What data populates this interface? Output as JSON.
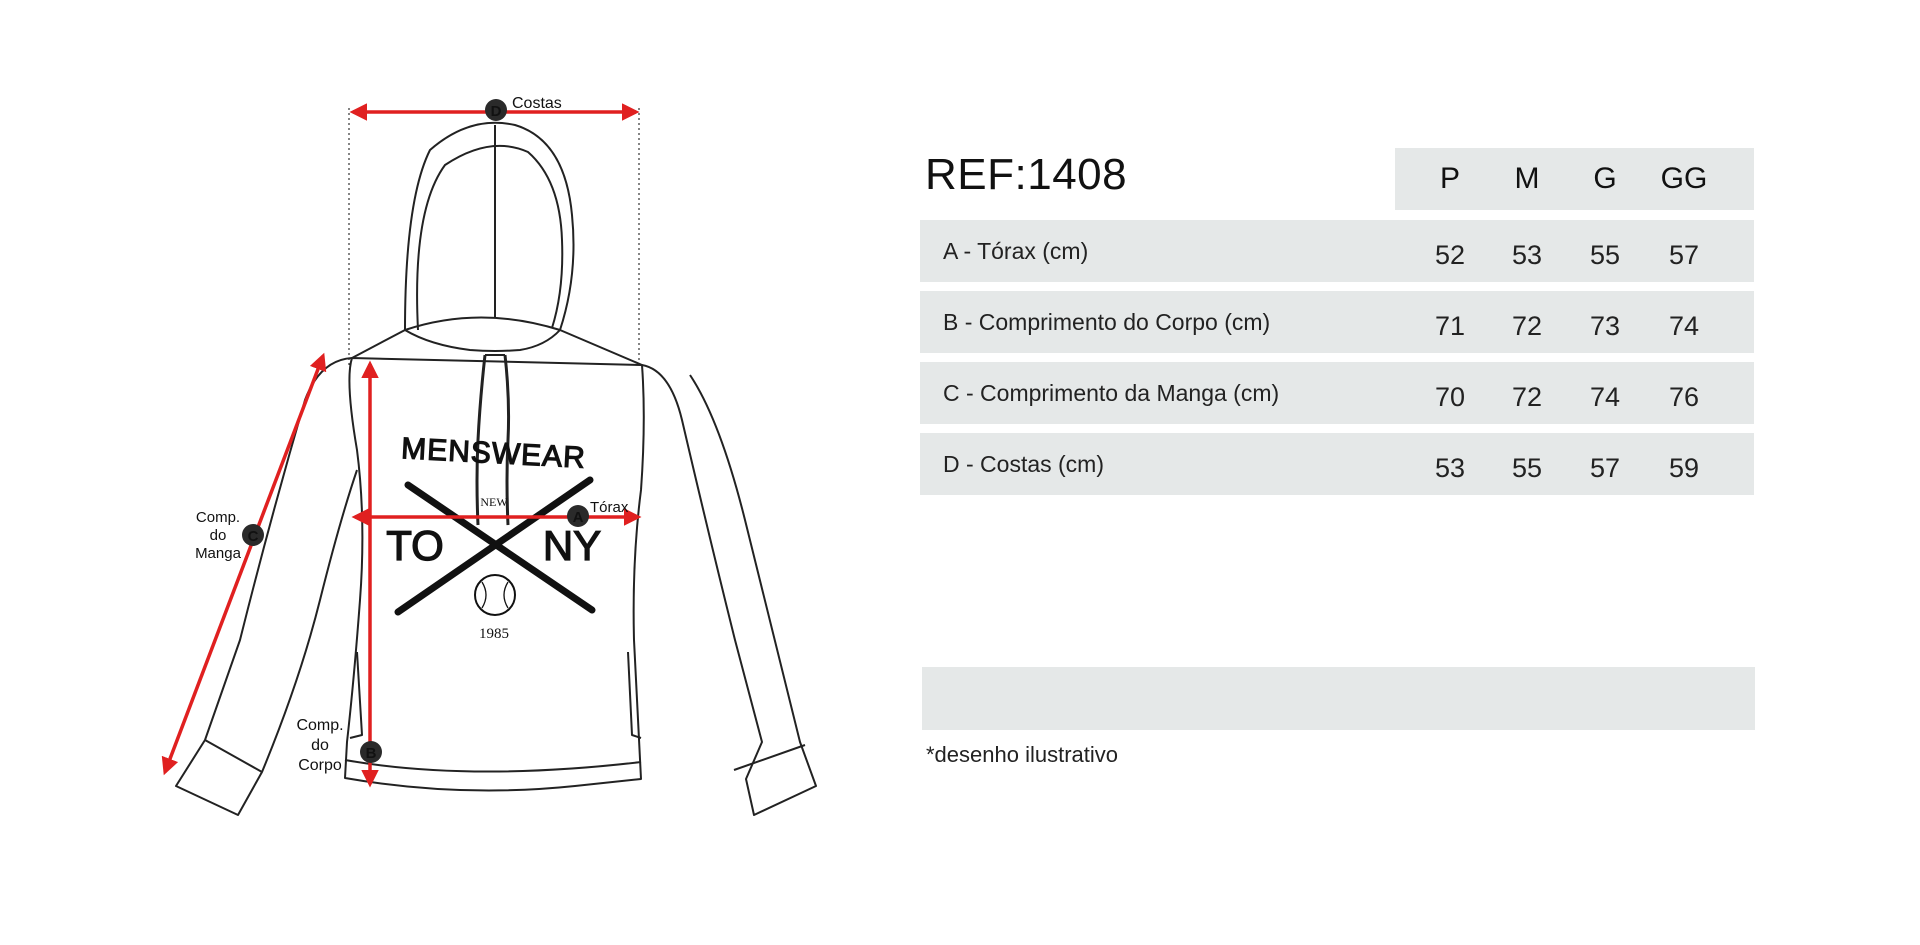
{
  "diagram": {
    "labels": {
      "costas": "Costas",
      "torax": "Tórax",
      "comp_manga": [
        "Comp.",
        "do",
        "Manga"
      ],
      "comp_corpo": [
        "Comp.",
        "do",
        "Corpo"
      ]
    },
    "markers": {
      "a": "A",
      "b": "B",
      "c": "C",
      "d": "D"
    },
    "print": {
      "menswear": "MENSWEAR",
      "new": "NEW",
      "to": "TO",
      "ny": "NY",
      "year": "1985"
    },
    "colors": {
      "measure_line": "#e02020",
      "marker": "#2a2a2a",
      "outline": "#222222"
    }
  },
  "table": {
    "ref": "REF:1408",
    "sizes": [
      "P",
      "M",
      "G",
      "GG"
    ],
    "rows": [
      {
        "label": "A - Tórax (cm)",
        "values": [
          "52",
          "53",
          "55",
          "57"
        ]
      },
      {
        "label": "B - Comprimento do Corpo (cm)",
        "values": [
          "71",
          "72",
          "73",
          "74"
        ]
      },
      {
        "label": "C - Comprimento da Manga (cm)",
        "values": [
          "70",
          "72",
          "74",
          "76"
        ]
      },
      {
        "label": "D - Costas (cm)",
        "values": [
          "53",
          "55",
          "57",
          "59"
        ]
      }
    ],
    "row_color": "#e5e8e8"
  },
  "footnote": "*desenho ilustrativo"
}
